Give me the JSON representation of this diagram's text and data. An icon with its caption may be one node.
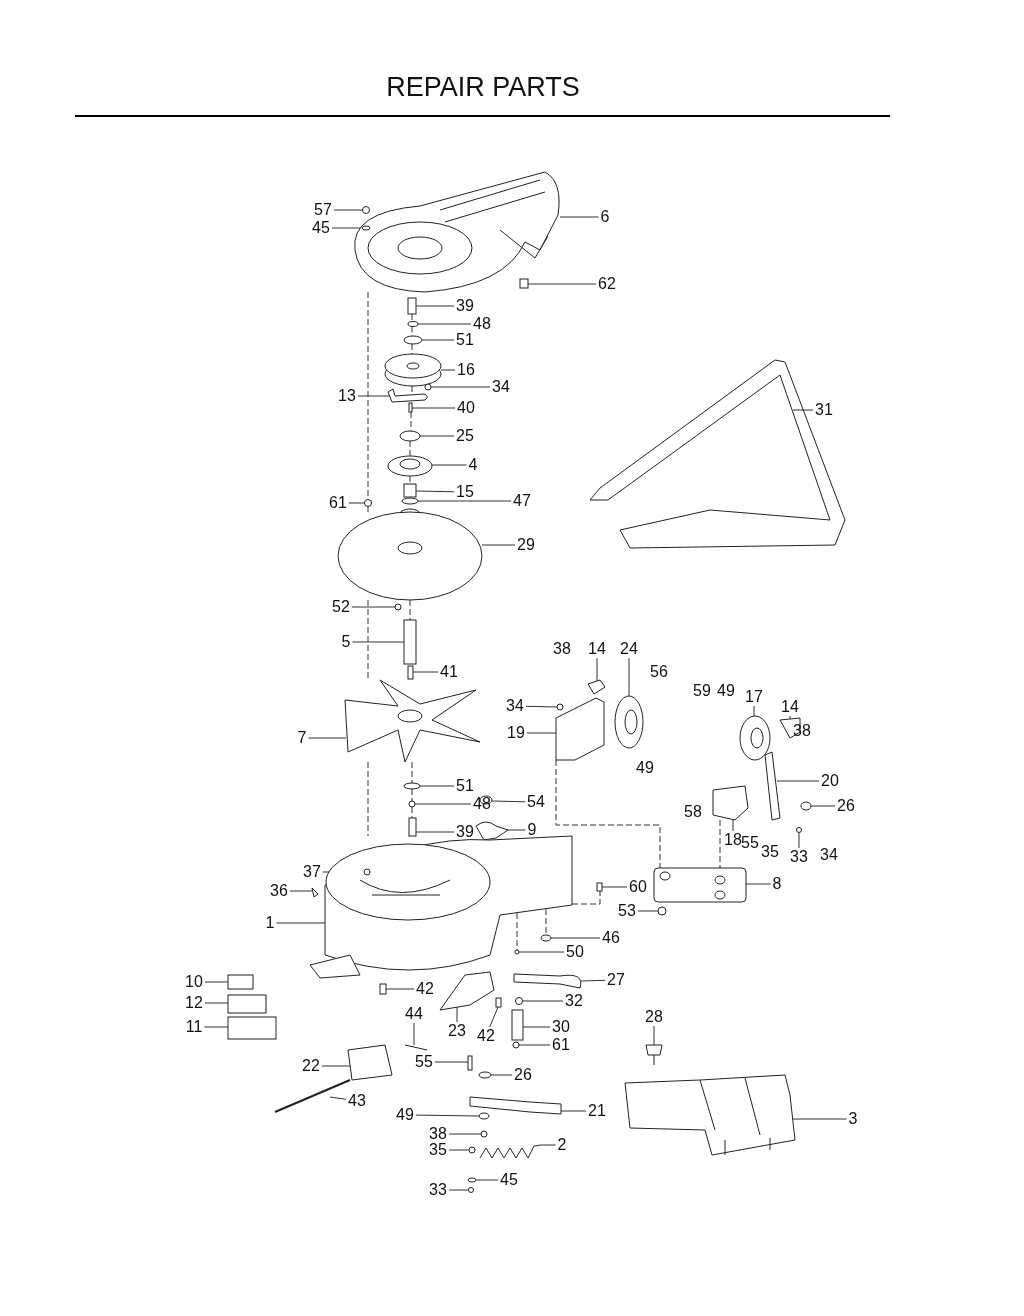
{
  "diagram": {
    "title": "REPAIR PARTS",
    "nodes": [
      {
        "text": [
          "57"
        ]
      },
      {
        "text": [
          "45"
        ]
      },
      {
        "text": [
          "6"
        ]
      },
      {
        "text": [
          "62"
        ]
      },
      {
        "text": [
          "39"
        ]
      },
      {
        "text": [
          "48"
        ]
      },
      {
        "text": [
          "51"
        ]
      },
      {
        "text": [
          "16"
        ]
      },
      {
        "text": [
          "34"
        ]
      },
      {
        "text": [
          "13"
        ]
      },
      {
        "text": [
          "40"
        ]
      },
      {
        "text": [
          "31"
        ]
      },
      {
        "text": [
          "25"
        ]
      },
      {
        "text": [
          "4"
        ]
      },
      {
        "text": [
          "15"
        ]
      },
      {
        "text": [
          "61"
        ]
      },
      {
        "text": [
          "47"
        ]
      },
      {
        "text": [
          "29"
        ]
      },
      {
        "text": [
          "52"
        ]
      },
      {
        "text": [
          "5"
        ]
      },
      {
        "text": [
          "14"
        ]
      },
      {
        "text": [
          "24"
        ]
      },
      {
        "text": [
          "41"
        ]
      },
      {
        "text": [
          "34"
        ]
      },
      {
        "text": [
          "17"
        ]
      },
      {
        "text": [
          "14"
        ]
      },
      {
        "text": [
          "19"
        ]
      },
      {
        "text": [
          "7"
        ]
      },
      {
        "text": [
          "20"
        ]
      },
      {
        "text": [
          "51"
        ]
      },
      {
        "text": [
          "48"
        ]
      },
      {
        "text": [
          "54"
        ]
      },
      {
        "text": [
          "26"
        ]
      },
      {
        "text": [
          "18"
        ]
      },
      {
        "text": [
          "9"
        ]
      },
      {
        "text": [
          "39"
        ]
      },
      {
        "text": [
          "33"
        ]
      },
      {
        "text": [
          "37"
        ]
      },
      {
        "text": [
          "60"
        ]
      },
      {
        "text": [
          "8"
        ]
      },
      {
        "text": [
          "36"
        ]
      },
      {
        "text": [
          "53"
        ]
      },
      {
        "text": [
          "1"
        ]
      },
      {
        "text": [
          "46"
        ]
      },
      {
        "text": [
          "50"
        ]
      },
      {
        "text": [
          "27"
        ]
      },
      {
        "text": [
          "10"
        ]
      },
      {
        "text": [
          "42"
        ]
      },
      {
        "text": [
          "32"
        ]
      },
      {
        "text": [
          "12"
        ]
      },
      {
        "text": [
          "44"
        ]
      },
      {
        "text": [
          "28"
        ]
      },
      {
        "text": [
          "11"
        ]
      },
      {
        "text": [
          "23"
        ]
      },
      {
        "text": [
          "30"
        ]
      },
      {
        "text": [
          "42"
        ]
      },
      {
        "text": [
          "61"
        ]
      },
      {
        "text": [
          "55"
        ]
      },
      {
        "text": [
          "22"
        ]
      },
      {
        "text": [
          "26"
        ]
      },
      {
        "text": [
          "43"
        ]
      },
      {
        "text": [
          "21"
        ]
      },
      {
        "text": [
          "49"
        ]
      },
      {
        "text": [
          "3"
        ]
      },
      {
        "text": [
          "38"
        ]
      },
      {
        "text": [
          "2"
        ]
      },
      {
        "text": [
          "35"
        ]
      },
      {
        "text": [
          "45"
        ]
      },
      {
        "text": [
          "33"
        ]
      },
      {
        "text": [],
        "shape": "circle"
      },
      {
        "text": [],
        "shape": "circle",
        "in": 71
      },
      {
        "text": [],
        "shape": "picture"
      },
      {
        "text": [],
        "shape": "box"
      },
      {
        "text": [],
        "shape": "box"
      },
      {
        "text": [],
        "shape": "circle"
      },
      {
        "text": [],
        "shape": "circle"
      },
      {
        "text": [],
        "shape": "picture"
      },
      {
        "text": [],
        "shape": "circle"
      },
      {
        "text": [],
        "shape": "picture"
      },
      {
        "text": [],
        "shape": "box"
      },
      {
        "text": [],
        "shape": "picture"
      },
      {
        "text": [],
        "shape": "circle"
      },
      {
        "text": [],
        "shape": "picture"
      },
      {
        "text": [],
        "shape": "box"
      },
      {
        "text": [],
        "shape": "circle"
      },
      {
        "text": [],
        "shape": "circle"
      },
      {
        "text": [],
        "shape": "picture"
      },
      {
        "text": [],
        "shape": "circle"
      },
      {
        "text": [],
        "shape": "box"
      },
      {
        "text": [],
        "shape": "picture"
      },
      {
        "text": [],
        "shape": "picture"
      },
      {
        "text": [],
        "shape": "box"
      },
      {
        "text": [],
        "shape": "circle"
      },
      {
        "text": [],
        "shape": "picture"
      },
      {
        "text": [],
        "shape": "picture"
      },
      {
        "text": [],
        "shape": "picture"
      },
      {
        "text": [],
        "shape": "picture"
      },
      {
        "text": [],
        "shape": "picture"
      },
      {
        "text": [],
        "shape": "circle"
      },
      {
        "text": [],
        "shape": "circle"
      },
      {
        "text": [],
        "shape": "circle"
      },
      {
        "text": [],
        "shape": "circle"
      },
      {
        "text": [],
        "shape": "picture"
      },
      {
        "text": [],
        "shape": "picture"
      },
      {
        "text": [],
        "shape": "box"
      },
      {
        "text": [],
        "shape": "circle"
      },
      {
        "text": [],
        "shape": "circle",
        "in": 111
      },
      {
        "text": [],
        "shape": "box"
      },
      {
        "text": [],
        "shape": "picture"
      },
      {
        "text": [],
        "shape": "picture"
      },
      {
        "text": [],
        "shape": "circle"
      },
      {
        "text": [],
        "shape": "picture"
      },
      {
        "text": [],
        "shape": "circle"
      },
      {
        "text": [],
        "shape": "circle"
      },
      {
        "text": [],
        "shape": "picture"
      },
      {
        "text": [],
        "shape": "box"
      },
      {
        "text": [],
        "shape": "box"
      },
      {
        "text": [],
        "shape": "circle"
      },
      {
        "text": [],
        "shape": "box"
      },
      {
        "text": [],
        "shape": "picture"
      },
      {
        "text": [],
        "shape": "picture"
      },
      {
        "text": [],
        "shape": "box"
      },
      {
        "text": [],
        "shape": "picture"
      },
      {
        "text": [],
        "shape": "box"
      },
      {
        "text": [],
        "shape": "box"
      },
      {
        "text": [],
        "shape": "circle"
      },
      {
        "text": [],
        "shape": "box"
      },
      {
        "text": [],
        "shape": "picture"
      },
      {
        "text": [],
        "shape": "circle"
      },
      {
        "text": [],
        "shape": "picture"
      },
      {
        "text": [],
        "shape": "picture"
      },
      {
        "text": [],
        "shape": "circle"
      },
      {
        "text": [],
        "shape": "picture"
      },
      {
        "text": [],
        "shape": "circle"
      },
      {
        "text": [],
        "shape": "picture"
      },
      {
        "text": [],
        "shape": "circle"
      },
      {
        "text": [],
        "shape": "circle"
      },
      {
        "text": [],
        "shape": "circle"
      }
    ],
    "edges": [
      {
        "from": 0,
        "to": 69,
        "arrow": "none"
      },
      {
        "from": 1,
        "to": 70,
        "arrow": "none"
      },
      {
        "from": 2,
        "to": 71,
        "arrow": "none"
      },
      {
        "from": 3,
        "to": 72,
        "arrow": "none"
      },
      {
        "from": 4,
        "to": 73,
        "arrow": "none"
      },
      {
        "from": 5,
        "to": 74,
        "arrow": "none"
      },
      {
        "from": 6,
        "to": 75,
        "arrow": "none"
      },
      {
        "from": 7,
        "to": 76,
        "arrow": "none"
      },
      {
        "from": 8,
        "to": 77,
        "arrow": "none"
      },
      {
        "from": 9,
        "to": 78,
        "arrow": "none"
      },
      {
        "from": 10,
        "to": 79,
        "arrow": "none"
      },
      {
        "from": 11,
        "to": 80,
        "arrow": "none"
      },
      {
        "from": 12,
        "to": 81,
        "arrow": "none"
      },
      {
        "from": 13,
        "to": 82,
        "arrow": "none"
      },
      {
        "from": 14,
        "to": 83,
        "arrow": "none"
      },
      {
        "from": 15,
        "to": 84,
        "arrow": "none"
      },
      {
        "from": 16,
        "to": 85,
        "arrow": "none"
      },
      {
        "from": 17,
        "to": 86,
        "arrow": "none"
      },
      {
        "from": 18,
        "to": 87,
        "arrow": "none"
      },
      {
        "from": 19,
        "to": 88,
        "arrow": "none"
      },
      {
        "from": 20,
        "to": 89,
        "arrow": "none"
      },
      {
        "from": 21,
        "to": 90,
        "arrow": "none"
      },
      {
        "from": 22,
        "to": 91,
        "arrow": "none"
      },
      {
        "from": 23,
        "to": 92,
        "arrow": "none"
      },
      {
        "from": 24,
        "to": 93,
        "arrow": "none"
      },
      {
        "from": 25,
        "to": 94,
        "arrow": "none"
      },
      {
        "from": 26,
        "to": 95,
        "arrow": "none"
      },
      {
        "from": 27,
        "to": 96,
        "arrow": "none"
      },
      {
        "from": 28,
        "to": 97,
        "arrow": "none"
      },
      {
        "from": 29,
        "to": 98,
        "arrow": "none"
      },
      {
        "from": 30,
        "to": 99,
        "arrow": "none"
      },
      {
        "from": 31,
        "to": 100,
        "arrow": "none"
      },
      {
        "from": 32,
        "to": 101,
        "arrow": "none"
      },
      {
        "from": 33,
        "to": 102,
        "arrow": "none"
      },
      {
        "from": 34,
        "to": 103,
        "arrow": "none"
      },
      {
        "from": 35,
        "to": 104,
        "arrow": "none"
      },
      {
        "from": 36,
        "to": 105,
        "arrow": "none"
      },
      {
        "from": 37,
        "to": 106,
        "arrow": "none"
      },
      {
        "from": 38,
        "to": 107,
        "arrow": "none"
      },
      {
        "from": 39,
        "to": 108,
        "arrow": "none"
      },
      {
        "from": 40,
        "to": 109,
        "arrow": "none"
      },
      {
        "from": 41,
        "to": 110,
        "arrow": "none"
      },
      {
        "from": 42,
        "to": 111,
        "arrow": "none"
      },
      {
        "from": 43,
        "to": 112,
        "arrow": "none"
      },
      {
        "from": 44,
        "to": 113,
        "arrow": "none"
      },
      {
        "from": 45,
        "to": 114,
        "arrow": "none"
      },
      {
        "from": 46,
        "to": 115,
        "arrow": "none"
      },
      {
        "from": 47,
        "to": 116,
        "arrow": "none"
      },
      {
        "from": 48,
        "to": 117,
        "arrow": "none"
      },
      {
        "from": 49,
        "to": 118,
        "arrow": "none"
      },
      {
        "from": 50,
        "to": 119,
        "arrow": "none"
      },
      {
        "from": 51,
        "to": 120,
        "arrow": "none"
      },
      {
        "from": 52,
        "to": 121,
        "arrow": "none"
      },
      {
        "from": 53,
        "to": 122,
        "arrow": "none"
      },
      {
        "from": 54,
        "to": 123,
        "arrow": "none"
      },
      {
        "from": 55,
        "to": 124,
        "arrow": "none"
      },
      {
        "from": 56,
        "to": 125,
        "arrow": "none"
      },
      {
        "from": 57,
        "to": 126,
        "arrow": "none"
      },
      {
        "from": 58,
        "to": 127,
        "arrow": "none"
      },
      {
        "from": 59,
        "to": 128,
        "arrow": "none"
      },
      {
        "from": 60,
        "to": 129,
        "arrow": "none"
      },
      {
        "from": 61,
        "to": 130,
        "arrow": "none"
      },
      {
        "from": 62,
        "to": 131,
        "arrow": "none"
      },
      {
        "from": 63,
        "to": 132,
        "arrow": "none"
      },
      {
        "from": 64,
        "to": 133,
        "arrow": "none"
      },
      {
        "from": 65,
        "to": 134,
        "arrow": "none"
      },
      {
        "from": 66,
        "to": 135,
        "arrow": "none"
      },
      {
        "from": 67,
        "to": 136,
        "arrow": "none"
      },
      {
        "from": 68,
        "to": 137,
        "arrow": "none"
      },
      {
        "from": 71,
        "to": 84,
        "arrow": "none",
        "style": "dashed"
      },
      {
        "from": 84,
        "to": 86,
        "arrow": "none",
        "style": "dashed"
      },
      {
        "from": 86,
        "to": 96,
        "arrow": "none",
        "style": "dashed"
      },
      {
        "from": 96,
        "to": 111,
        "arrow": "none",
        "style": "dashed"
      },
      {
        "from": 73,
        "to": 74,
        "arrow": "none",
        "style": "dashed"
      },
      {
        "from": 74,
        "to": 75,
        "arrow": "none",
        "style": "dashed"
      },
      {
        "from": 75,
        "to": 76,
        "arrow": "none",
        "style": "dashed"
      },
      {
        "from": 76,
        "to": 79,
        "arrow": "none",
        "style": "dashed"
      },
      {
        "from": 79,
        "to": 81,
        "arrow": "none",
        "style": "dashed"
      },
      {
        "from": 81,
        "to": 82,
        "arrow": "none",
        "style": "dashed"
      },
      {
        "from": 82,
        "to": 83,
        "arrow": "none",
        "style": "dashed"
      },
      {
        "from": 86,
        "to": 88,
        "arrow": "none",
        "style": "dashed"
      },
      {
        "from": 96,
        "to": 98,
        "arrow": "none",
        "style": "dashed"
      },
      {
        "from": 98,
        "to": 99,
        "arrow": "none",
        "style": "dashed"
      },
      {
        "from": 99,
        "to": 104,
        "arrow": "none",
        "style": "dashed"
      },
      {
        "from": 95,
        "to": 108,
        "arrow": "none",
        "style": "dashed"
      },
      {
        "from": 102,
        "to": 108,
        "arrow": "none",
        "style": "dashed"
      },
      {
        "from": 111,
        "to": 107,
        "arrow": "none",
        "style": "dashed"
      },
      {
        "from": 111,
        "to": 112,
        "arrow": "none",
        "style": "dashed"
      },
      {
        "from": 111,
        "to": 113,
        "arrow": "none",
        "style": "dashed"
      }
    ],
    "labels": [
      "38",
      "56",
      "59",
      "49",
      "38",
      "49",
      "58",
      "55",
      "35",
      "34"
    ]
  }
}
